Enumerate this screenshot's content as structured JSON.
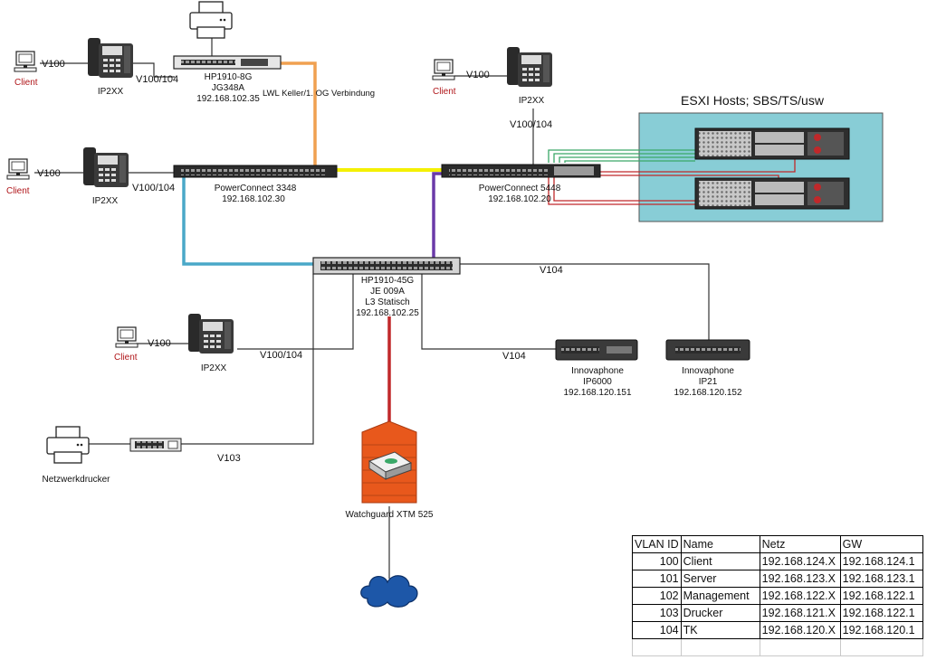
{
  "nodes": {
    "hp1910_8g": {
      "name": "HP1910-8G",
      "model": "JG348A",
      "ip": "192.168.102.35"
    },
    "pc3348": {
      "name": "PowerConnect 3348",
      "ip": "192.168.102.30"
    },
    "pc5448": {
      "name": "PowerConnect 5448",
      "ip": "192.168.102.20"
    },
    "hp1910_45g": {
      "name": "HP1910-45G",
      "model": "JE 009A",
      "mode": "L3 Statisch",
      "ip": "192.168.102.25"
    },
    "ip6000": {
      "vendor": "Innovaphone",
      "model": "IP6000",
      "ip": "192.168.120.151"
    },
    "ip21": {
      "vendor": "Innovaphone",
      "model": "IP21",
      "ip": "192.168.120.152"
    },
    "watchguard": {
      "name": "Watchguard XTM 525"
    },
    "netzwerkdrucker": {
      "name": "Netzwerkdrucker"
    },
    "esxi": {
      "title": "ESXI Hosts; SBS/TS/usw"
    }
  },
  "labels": {
    "client": "Client",
    "phone": "IP2XX",
    "v100": "V100",
    "v100_104": "V100/104",
    "v104": "V104",
    "v103": "V103",
    "lwl": "LWL Keller/1. OG Verbindung"
  },
  "colors": {
    "orange": "#f0a050",
    "yellow": "#f4f000",
    "blue": "#4aa8c8",
    "purple": "#6a3aa8",
    "red": "#c0282a",
    "green": "#3aa868",
    "esxi_bg": "#88cdd6",
    "client_text": "#b0161a"
  },
  "vlan_table": {
    "headers": [
      "VLAN ID",
      "Name",
      "Netz",
      "GW"
    ],
    "rows": [
      {
        "id": "100",
        "name": "Client",
        "netz": "192.168.124.X",
        "gw": "192.168.124.1"
      },
      {
        "id": "101",
        "name": "Server",
        "netz": "192.168.123.X",
        "gw": "192.168.123.1"
      },
      {
        "id": "102",
        "name": "Management",
        "netz": "192.168.122.X",
        "gw": "192.168.122.1"
      },
      {
        "id": "103",
        "name": "Drucker",
        "netz": "192.168.121.X",
        "gw": "192.168.122.1"
      },
      {
        "id": "104",
        "name": "TK",
        "netz": "192.168.120.X",
        "gw": "192.168.120.1"
      }
    ]
  }
}
